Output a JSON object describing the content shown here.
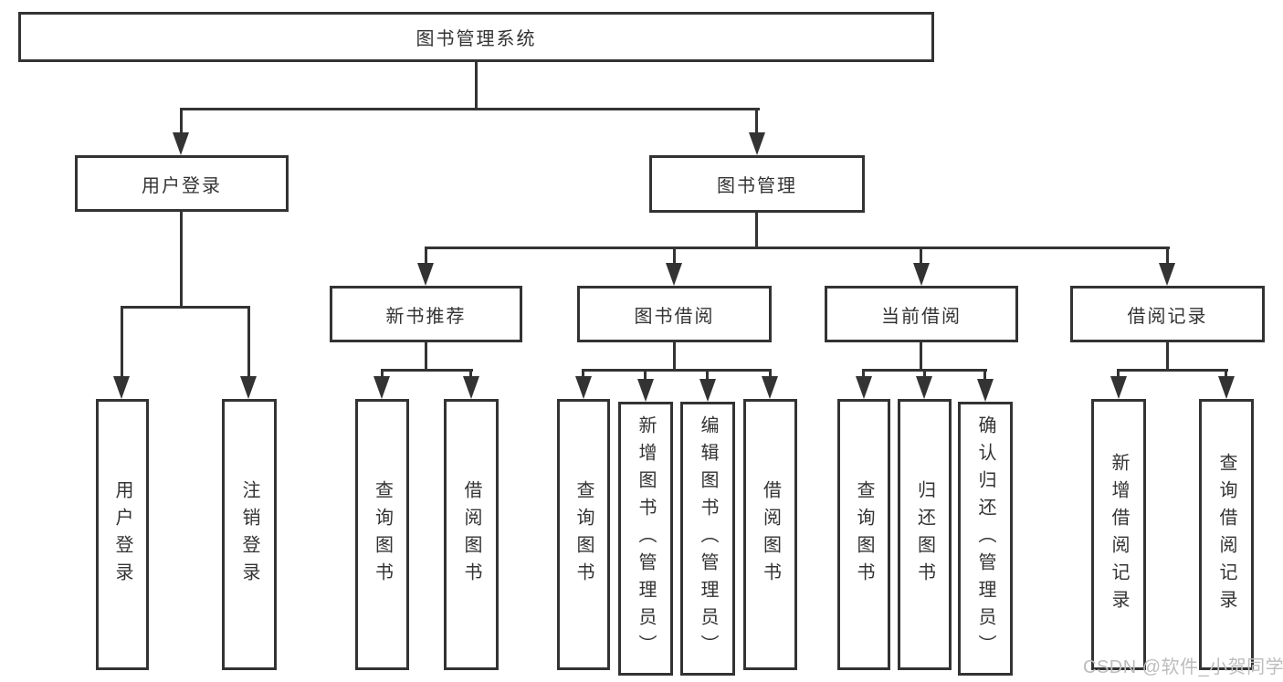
{
  "diagram": {
    "root": {
      "label": "图书管理系统"
    },
    "level2": {
      "user_login": {
        "label": "用户登录"
      },
      "book_management": {
        "label": "图书管理"
      }
    },
    "user_login_leaves": [
      "用户登录",
      "注销登录"
    ],
    "book_management_groups": [
      {
        "label": "新书推荐",
        "leaves": [
          "查询图书",
          "借阅图书"
        ]
      },
      {
        "label": "图书借阅",
        "leaves": [
          "查询图书",
          "新增图书（管理员）",
          "编辑图书（管理员）",
          "借阅图书"
        ]
      },
      {
        "label": "当前借阅",
        "leaves": [
          "查询图书",
          "归还图书",
          "确认归还（管理员）"
        ]
      },
      {
        "label": "借阅记录",
        "leaves": [
          "新增借阅记录",
          "查询借阅记录"
        ]
      }
    ],
    "line_color": "#333333",
    "text_color": "#333333",
    "background_color": "#ffffff"
  },
  "watermark": {
    "text": "CSDN @软件_小贺同学",
    "color": "#bdbdbd"
  }
}
